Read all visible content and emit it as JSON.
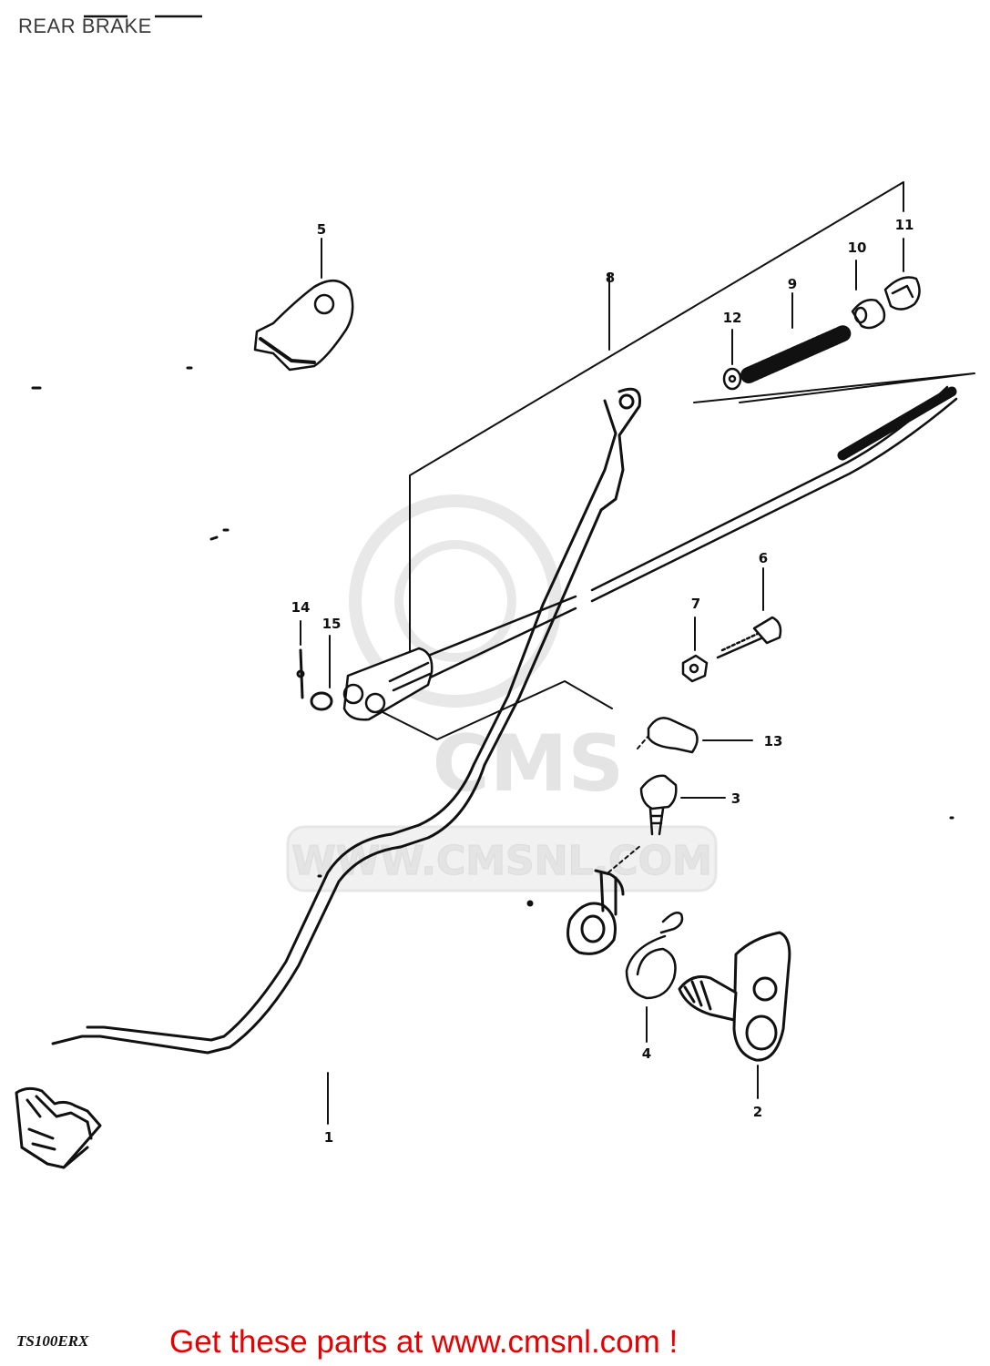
{
  "page": {
    "title": "REAR BRAKE"
  },
  "diagram": {
    "model_code": "TS100ERX",
    "part_numbers": [
      "1",
      "2",
      "3",
      "4",
      "5",
      "6",
      "7",
      "8",
      "9",
      "10",
      "11",
      "12",
      "13",
      "14",
      "15"
    ]
  },
  "watermark": {
    "brand": "CMS",
    "url": "WWW.CMSNL.COM"
  },
  "footer": {
    "text": "Get these parts at www.cmsnl.com !"
  },
  "colors": {
    "line": "#111111",
    "footer_text": "#e60000",
    "watermark": "#e2e2e2"
  }
}
